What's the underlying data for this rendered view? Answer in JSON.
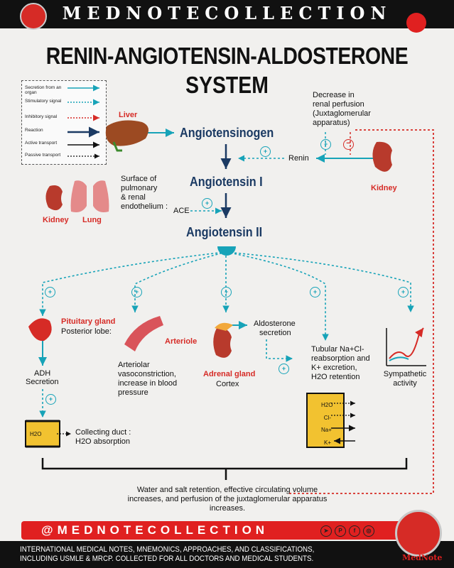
{
  "header": {
    "brand": "MEDNOTECOLLECTION"
  },
  "title": {
    "line1": "RENIN-ANGIOTENSIN-ALDOSTERONE",
    "line2": "SYSTEM"
  },
  "legend": {
    "items": [
      "Secretion from an organ",
      "Stimulatory signal",
      "Inhibitory signal",
      "Reaction",
      "Active transport",
      "Passive transport"
    ]
  },
  "nodes": {
    "angiotensinogen": "Angiotensinogen",
    "angiotensin1": "Angiotensin I",
    "angiotensin2": "Angiotensin II"
  },
  "labels": {
    "liver": "Liver",
    "kidney_right": "Kidney",
    "kidney_left": "Kidney",
    "lung": "Lung",
    "renin": "Renin",
    "ace": "ACE",
    "surface": [
      "Surface of",
      "pulmonary",
      "& renal",
      "endothelium :"
    ],
    "decrease": [
      "Decrease in",
      "renal perfusion",
      "(Juxtaglomerular",
      "apparatus)"
    ],
    "pituitary": "Pituitary gland",
    "posterior_lobe": "Posterior lobe:",
    "adh": "ADH",
    "secretion": "Secretion",
    "collecting_duct": [
      "Collecting duct :",
      "H2O absorption"
    ],
    "arteriole": "Arteriole",
    "arteriolar": [
      "Arteriolar",
      "vasoconstriction,",
      "increase in blood",
      "pressure"
    ],
    "adrenal": "Adrenal gland",
    "cortex": "Cortex",
    "aldosterone": [
      "Aldosterone",
      "secretion"
    ],
    "tubular": [
      "Tubular Na+Cl-",
      "reabsorption and",
      "K+ excretion,",
      "H2O retention"
    ],
    "sympathetic": [
      "Sympathetic",
      "activity"
    ],
    "tube_h2o": "H2O",
    "tube_right": [
      "H2O",
      "Cl-",
      "Na+",
      "K+"
    ],
    "bottom": [
      "Water and salt retention, effective circulating volume",
      "increases, and perfusion of the juxtaglomerular apparatus",
      "increases."
    ],
    "plus": "+",
    "minus": "−"
  },
  "footer": {
    "handle": "@MEDNOTECOLLECTION",
    "text": [
      "INTERNATIONAL MEDICAL NOTES, MNEMONICS, APPROACHES, AND CLASSIFICATIONS,",
      "INCLUDING USMLE & MRCP.  COLLECTED  FOR  ALL DOCTORS AND MEDICAL STUDENTS."
    ],
    "logo_word": "MedNote",
    "social_icons": [
      "telegram-icon",
      "pinterest-icon",
      "facebook-icon",
      "instagram-icon"
    ]
  },
  "colors": {
    "teal": "#17a3b8",
    "navy": "#1b3a63",
    "red": "#d62b26",
    "gold": "#f2c230"
  }
}
